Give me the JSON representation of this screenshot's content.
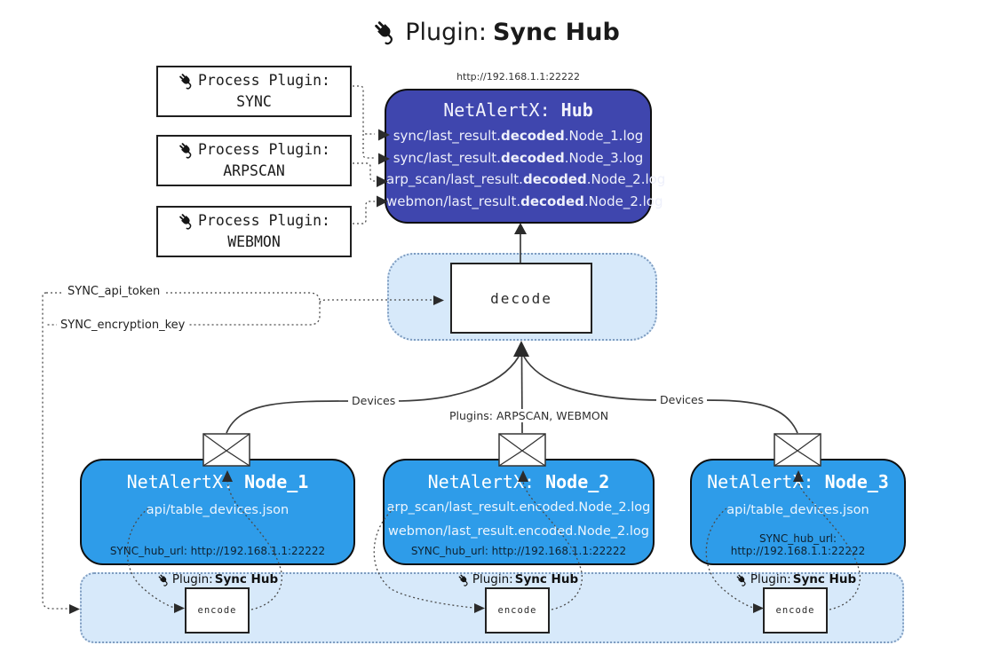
{
  "title": {
    "prefix": "Plugin:",
    "name": "Sync Hub"
  },
  "hub": {
    "url": "http://192.168.1.1:22222",
    "title_prefix": "NetAlertX: ",
    "title_name": "Hub",
    "logs": [
      {
        "pre": "sync/last_result.",
        "bold": "decoded",
        "post": ".Node_1.log"
      },
      {
        "pre": "sync/last_result.",
        "bold": "decoded",
        "post": ".Node_3.log"
      },
      {
        "pre": "arp_scan/last_result.",
        "bold": "decoded",
        "post": ".Node_2.log"
      },
      {
        "pre": "webmon/last_result.",
        "bold": "decoded",
        "post": ".Node_2.log"
      }
    ]
  },
  "process_plugins": {
    "label": "Process Plugin:",
    "items": [
      {
        "name": "SYNC"
      },
      {
        "name": "ARPSCAN"
      },
      {
        "name": "WEBMON"
      }
    ]
  },
  "decode": {
    "label": "decode"
  },
  "keys": {
    "api_token": "SYNC_api_token",
    "encryption_key": "SYNC_encryption_key"
  },
  "edges": {
    "devices_left": "Devices",
    "devices_right": "Devices",
    "plugins_mid": "Plugins: ARPSCAN, WEBMON"
  },
  "nodes": [
    {
      "title_prefix": "NetAlertX: ",
      "title_name": "Node_1",
      "files": [
        "api/table_devices.json"
      ],
      "hub_url": "SYNC_hub_url: http://192.168.1.1:22222"
    },
    {
      "title_prefix": "NetAlertX: ",
      "title_name": "Node_2",
      "files": [
        "arp_scan/last_result.encoded.Node_2.log",
        "webmon/last_result.encoded.Node_2.log"
      ],
      "hub_url": "SYNC_hub_url: http://192.168.1.1:22222"
    },
    {
      "title_prefix": "NetAlertX: ",
      "title_name": "Node_3",
      "files": [
        "api/table_devices.json"
      ],
      "hub_url": "SYNC_hub_url: http://192.168.1.1:22222"
    }
  ],
  "encoder": {
    "label_prefix": "Plugin: ",
    "label_name": "Sync Hub",
    "box_label": "encode"
  },
  "icons": {
    "plug": "plug-icon",
    "envelope": "envelope-icon"
  },
  "colors": {
    "hub_fill": "#3f46ae",
    "node_fill": "#2e9ce9",
    "container_fill": "#d7e9fa",
    "container_border": "#7e9cc0",
    "wire": "#4a4a4a"
  }
}
